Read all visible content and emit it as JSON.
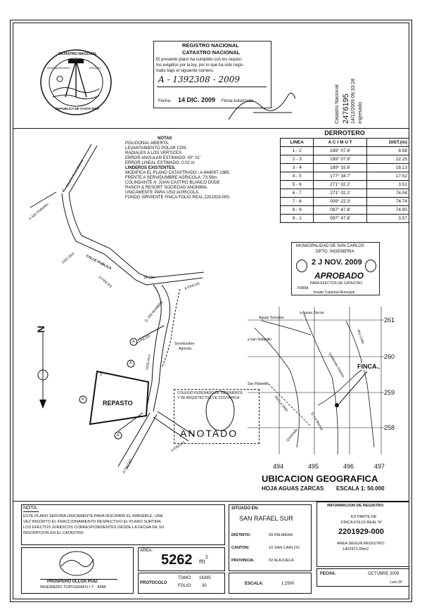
{
  "registry_stamp": {
    "title1": "REGISTRO NACIONAL",
    "title2": "CATASTRO NACIONAL",
    "text1": "El presente plano ha cumplido con los requisi-",
    "text2": "tos exigidos por la ley, por lo que ha sido regis-",
    "text3": "trado bajo el siguiente número.",
    "number": "A - 1392308 - 2009",
    "date_label": "Fecha:",
    "date": "14 DIC. 2009",
    "signature_label": "Firma Autorizada"
  },
  "seal": {
    "top": "CATASTRO NACIONAL",
    "left": "AGRIMENSORES",
    "right": "ESTADO",
    "bottom": "REPUBLICA DE COSTA RICA"
  },
  "side_vertical": {
    "line1": "Catastro Nacional",
    "line2": "2476195",
    "line3": "14/12/2009 09:33:28",
    "line4": "Ingresado"
  },
  "notes": {
    "title": "NOTAS",
    "items": [
      "POLIGONAL ABIERTA.",
      "LEVANTAMIENTO POLAR CON",
      "RADIALES A LOS VERTICES.",
      "ERROR ANGULAR ESTIMADO: 00° 01'",
      "ERROR LINEAL ESTIMADO: 0.02 m",
      "LINDEROS EXISTENTES.",
      "MODIFICA EL PLANO CATASTRADO : A-644097-1985.",
      "FRENTE A SERVIDUMBRE AGRICOLA: 73.59m.",
      "COLINDANTE A: JUAN CASTRO BLANCO DUDE",
      "RANCH & RESORT SOCIEDAD ANONIMA.",
      "UNICAMENTE PARA USO AGRICOLA.",
      "FUNDO SIRVIENTE FINCA FOLIO REAL 2201929-000."
    ]
  },
  "derrotero": {
    "title": "DERROTERO",
    "headers": [
      "LINEA",
      "A C I M U T",
      "DIST.(m)"
    ],
    "rows": [
      [
        "1 - 2",
        "199° 07.8'",
        "8.58"
      ],
      [
        "2 - 3",
        "199° 07.8'",
        "22.25"
      ],
      [
        "3 - 4",
        "189° 33.6'",
        "18.13"
      ],
      [
        "4 - 5",
        "177° 34.7'",
        "17.52"
      ],
      [
        "5 - 6",
        "271° 02.2'",
        "3.51"
      ],
      [
        "6 - 7",
        "271° 02.2'",
        "74.04"
      ],
      [
        "7 - 8",
        "009° 22.3'",
        "74.74"
      ],
      [
        "8 - 9",
        "097° 47.8'",
        "74.90"
      ],
      [
        "9 - 1",
        "097° 47.8'",
        "3.57"
      ]
    ]
  },
  "muni_stamp": {
    "line1": "MUNICIPALIDAD DE SAN CARLOS",
    "line2": "DPTO. INGENIERIA",
    "date": "2 J NOV. 2009",
    "approved": "APROBADO",
    "sub": "PARA EFECTOS DE CATASTRO",
    "firma": "FIRMA",
    "footer": "Visado Catastral Municipal"
  },
  "map": {
    "labels": {
      "a_san_rafaelito": "A San Rafaelito",
      "camino_la_marina": "Camino A La Marina",
      "calle_publica": "CALLE PUBLICA",
      "w_2331": "2331.06m",
      "w_1670": "16.70m",
      "w_1010": "1010.41m",
      "a_fincas_1": "A FINCAS",
      "a_fincas_2": "A FINCAS",
      "a_fincas_3": "A FINCAS",
      "a_fincas_4": "A FINCAS",
      "a_fincas_5": "A FINCAS",
      "q_sin_nombre": "Q. SIN NOMBRE",
      "serv_agricola_1": "Servidumbre",
      "serv_agricola_2": "Agricola",
      "repasto": "REPASTO",
      "a_circle": "A",
      "north": "N",
      "p1": "1",
      "p9": "9"
    }
  },
  "colegio_stamp": {
    "line1": "COLEGIO FEDERADO DE INGENIEROS",
    "line2": "Y DE ARQUITECTOS DE COSTA RICA",
    "anotado": "ANOTADO"
  },
  "ubicacion": {
    "place_labels": {
      "aguas_termales": "Aguas Termales",
      "a_aguas_zarcas": "a Aguas Zarcas",
      "a_san_rafaelito": "a San Rafaelito",
      "san_rafaelito": "San Rafaelito",
      "quebrada": "Quebrada Ontario",
      "rio_caba": "Río Caba",
      "rio_la_vieja": "Río La Vieja",
      "q_la_marina": "Q. La Marina",
      "q_dos": "Quebrada"
    },
    "finca": "FINCA",
    "grid_right": [
      "261",
      "260",
      "259",
      "258"
    ],
    "grid_bottom": [
      "494",
      "495",
      "496",
      "497"
    ],
    "title": "UBICACION GEOGRAFICA",
    "subtitle": "HOJA AGUAS ZARCAS",
    "scale": "ESCALA 1: 50.000"
  },
  "nota": {
    "title": "NOTA:",
    "lines": [
      "ESTE PLANO SERVIRA UNICAMENTE PARA INSCRIBIR EL INMUEBLE, UNA",
      "VEZ INSCRITO EL FRACCIONAMIENTO  RESPECTIVO EL PLANO SURTIRA",
      "LOS EFECTOS JURIDICOS CORRESPONDIENTES DESDE LA FECHA DE SU",
      "INSCRIPCION EN EL CATASTRO."
    ]
  },
  "situado": {
    "title": "SITUADO EN:",
    "place": "SAN RAFAEL SUR",
    "distrito_label": "DISTRITO:",
    "distrito": "09 PALMERA",
    "canton_label": "CANTON:",
    "canton": "10 SAN CARLOS",
    "provincia_label": "PROVINCIA:",
    "provincia": "02 ALAJUELA"
  },
  "registro_info": {
    "title": "INFORMACION DE REGISTRO",
    "line1": "ES PARTE DE",
    "line2": "FINCA FOLIO REAL N°",
    "number": "2201929-000",
    "area_label": "AREA SEGUN REGISTRO:",
    "area": "1402972.06m2"
  },
  "signature": {
    "name": "PROSPERO ULLOA RUIZ",
    "title": "INGENIERO TOPOGRAFO I.T - 8986"
  },
  "area": {
    "label": "AREA:",
    "value": "5262",
    "unit": "m",
    "exp": "2"
  },
  "protocolo": {
    "label": "PROTOCOLO",
    "tomo_label": "TOMO:",
    "tomo": "16395",
    "folio_label": "FOLIO:",
    "folio": "30"
  },
  "escala": {
    "label": "ESCALA:",
    "value": "1:2500"
  },
  "fecha": {
    "label": "FECHA:",
    "value": "OCTUBRE 2009",
    "lam": "Lam-26"
  }
}
